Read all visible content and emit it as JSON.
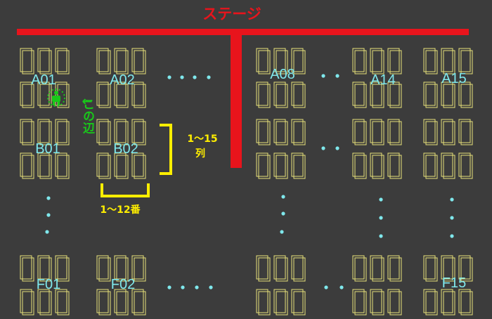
{
  "stage": {
    "label": "ステージ"
  },
  "blocks": {
    "A01": "A01",
    "A02": "A02",
    "A08": "A08",
    "A14": "A14",
    "A15": "A15",
    "B01": "B01",
    "B02": "B02",
    "F01": "F01",
    "F02": "F02",
    "F15": "F15"
  },
  "annotations": {
    "arrow": "←",
    "near_here": "この辺",
    "rows_range": "1～15",
    "rows_unit": "列",
    "seats_range": "1～12番"
  },
  "colors": {
    "background": "#3c3c3c",
    "stage": "#e8141c",
    "seat_outline": "#e8e27a",
    "block_label": "#7fe8ec",
    "ellipsis_dots": "#7fe8ec",
    "bracket": "#ffee00",
    "here_marker": "#19c81a"
  },
  "icons": {
    "here_marker": "person-marker-icon"
  }
}
